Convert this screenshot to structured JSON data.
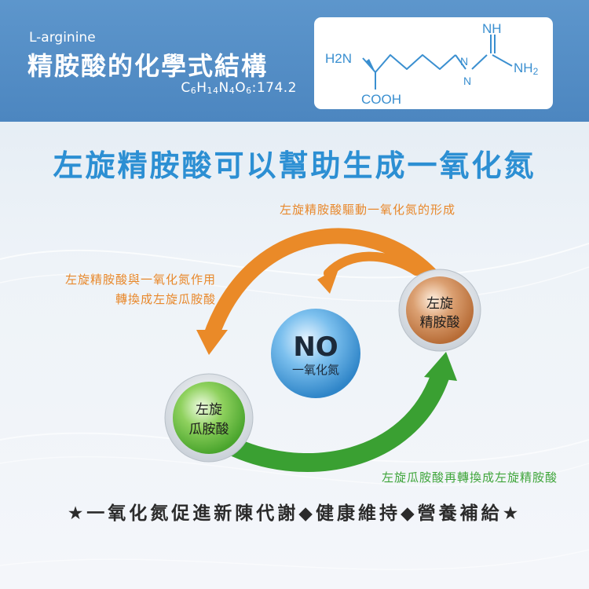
{
  "header": {
    "english_name": "L-arginine",
    "title": "精胺酸的化學式結構",
    "formula_parts": [
      "C",
      "6",
      "H",
      "14",
      "N",
      "4",
      "O",
      "6",
      ":174.2"
    ],
    "molecule_labels": {
      "amine": "H2N",
      "carboxyl": "COOH",
      "imine": "NH",
      "n1": "N",
      "n2": "N",
      "amine2": "NH",
      "amine2_sub": "2"
    }
  },
  "headline": "左旋精胺酸可以幫助生成一氧化氮",
  "cycle": {
    "top_caption": "左旋精胺酸驅動一氧化氮的形成",
    "left_caption_line1": "左旋精胺酸與一氧化氮作用",
    "left_caption_line2": "轉換成左旋瓜胺酸",
    "bottom_caption": "左旋瓜胺酸再轉換成左旋精胺酸",
    "no_symbol": "NO",
    "no_name": "一氧化氮",
    "arginine_line1": "左旋",
    "arginine_line2": "精胺酸",
    "citrulline_line1": "左旋",
    "citrulline_line2": "瓜胺酸"
  },
  "footer": "★一氧化氮促進新陳代謝◆健康維持◆營養補給★",
  "colors": {
    "header_blue": "#4c86c0",
    "headline_blue": "#2c8fd3",
    "orange": "#e8882b",
    "green": "#3fa53b",
    "no_blue": "#2f85c8",
    "arginine_brown": "#c27a45",
    "citrulline_green": "#5bb83a"
  }
}
